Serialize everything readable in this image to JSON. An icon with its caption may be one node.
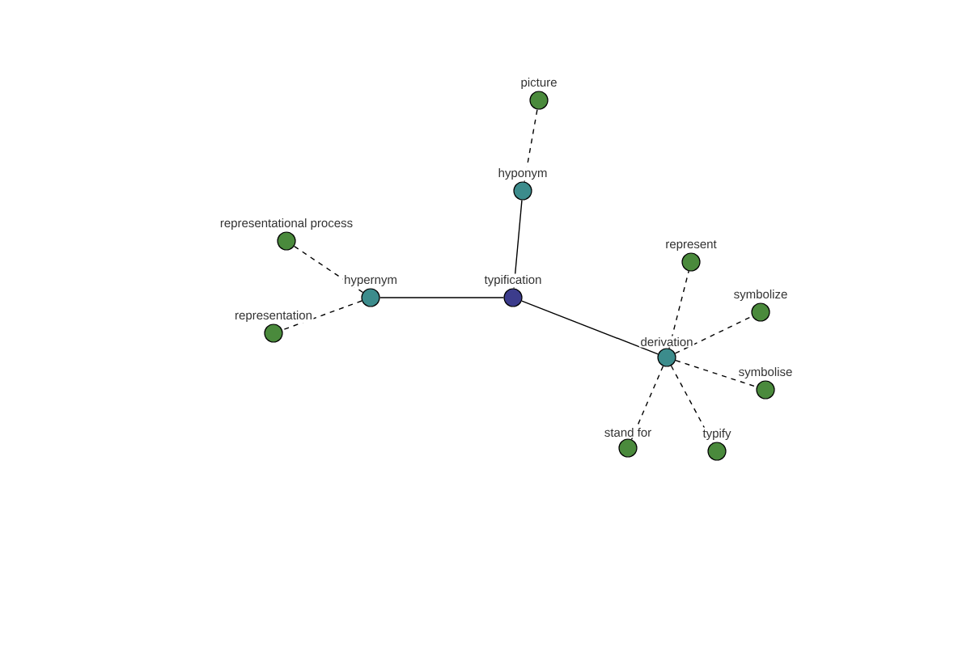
{
  "diagram": {
    "nodes": [
      {
        "text": [
          "typification"
        ]
      },
      {
        "text": [
          "hyponym"
        ]
      },
      {
        "text": [
          "picture"
        ]
      },
      {
        "text": [
          "hypernym"
        ]
      },
      {
        "text": [
          "representational process"
        ]
      },
      {
        "text": [
          "representation"
        ]
      },
      {
        "text": [
          "derivation"
        ]
      },
      {
        "text": [
          "represent"
        ]
      },
      {
        "text": [
          "symbolize"
        ]
      },
      {
        "text": [
          "symbolise"
        ]
      },
      {
        "text": [
          "stand for"
        ]
      },
      {
        "text": [
          "typify"
        ]
      }
    ],
    "edges": [
      {
        "from": 0,
        "to": 1,
        "arrow": "none"
      },
      {
        "from": 1,
        "to": 2,
        "arrow": "none",
        "style": "dashed"
      },
      {
        "from": 0,
        "to": 3,
        "arrow": "none"
      },
      {
        "from": 3,
        "to": 4,
        "arrow": "none",
        "style": "dashed"
      },
      {
        "from": 3,
        "to": 5,
        "arrow": "none",
        "style": "dashed"
      },
      {
        "from": 0,
        "to": 6,
        "arrow": "none"
      },
      {
        "from": 6,
        "to": 7,
        "arrow": "none",
        "style": "dashed"
      },
      {
        "from": 6,
        "to": 8,
        "arrow": "none",
        "style": "dashed"
      },
      {
        "from": 6,
        "to": 9,
        "arrow": "none",
        "style": "dashed"
      },
      {
        "from": 6,
        "to": 10,
        "arrow": "none",
        "style": "dashed"
      },
      {
        "from": 6,
        "to": 11,
        "arrow": "none",
        "style": "dashed"
      }
    ]
  }
}
